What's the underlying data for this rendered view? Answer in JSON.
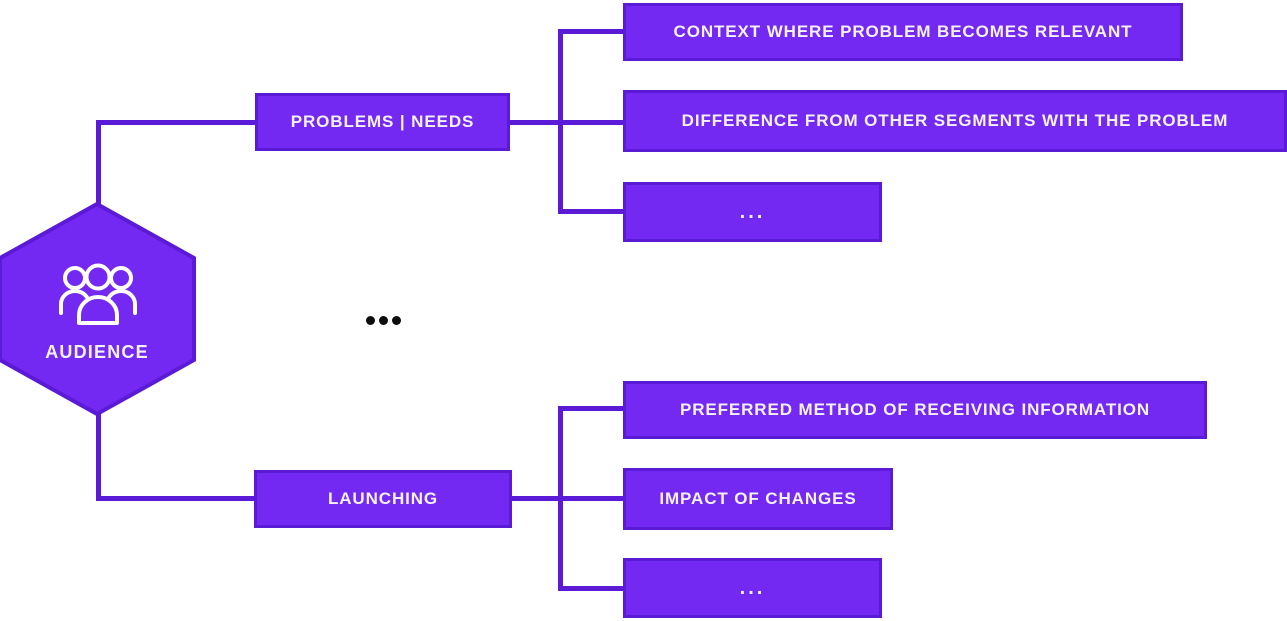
{
  "diagram": {
    "background": "#ffffff",
    "colors": {
      "node_fill": "#7329F1",
      "node_border": "#5A1AD6",
      "connector": "#5A1AD6",
      "label_text": "#F4F1FB",
      "ellipsis_dots": "#0d0d0d"
    },
    "root": {
      "label": "AUDIENCE",
      "icon": "people-group"
    },
    "more_branches_ellipsis": "...",
    "branches": [
      {
        "label": "PROBLEMS | NEEDS",
        "children": [
          "CONTEXT WHERE PROBLEM BECOMES RELEVANT",
          "DIFFERENCE FROM OTHER SEGMENTS WITH THE PROBLEM",
          "..."
        ]
      },
      {
        "label": "LAUNCHING",
        "children": [
          "PREFERRED METHOD OF RECEIVING INFORMATION",
          "IMPACT OF CHANGES",
          "..."
        ]
      }
    ]
  }
}
